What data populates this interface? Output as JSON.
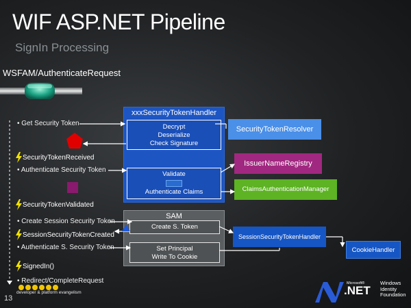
{
  "slide": {
    "title": "WIF ASP.NET Pipeline",
    "subtitle": "SignIn Processing",
    "section": "WSFAM/AuthenticateRequest",
    "page_number": "13"
  },
  "steps": {
    "get_token": "Get Security Token",
    "token_received": "SecurityTokenReceived",
    "authenticate_token": "Authenticate Security Token",
    "token_validated": "SecurityTokenValidated",
    "create_session": "Create Session Security Token",
    "session_created": "SessionSecurityTokenCreated",
    "authenticate_s_token": "Authenticate S. Security Token",
    "signed_in": "SignedIn()",
    "redirect": "Redirect/CompleteRequest"
  },
  "handler": {
    "title": "xxxSecurityTokenHandler",
    "decrypt": "Decrypt",
    "deserialize": "Deserialize",
    "check_signature": "Check Signature",
    "validate": "Validate",
    "authenticate_claims": "Authenticate Claims"
  },
  "sam": {
    "title": "SAM",
    "create_token": "Create S. Token",
    "set_principal": "Set Principal",
    "write_cookie": "Write To Cookie"
  },
  "components": {
    "resolver": "SecurityTokenResolver",
    "issuer_registry": "IssuerNameRegistry",
    "claims_manager": "ClaimsAuthenticationManager",
    "session_handler": "SessionSecurityTokenHandler",
    "cookie_handler": "CookieHandler"
  },
  "branding": {
    "evangelism": "developer & platform evangelism",
    "microsoft": "Microsoft®",
    "net": ".NET",
    "wif_line1": "Windows",
    "wif_line2": "Identity",
    "wif_line3": "Foundation"
  },
  "colors": {
    "handler_blue": "#1d55c2",
    "resolver_blue": "#4a8fe8",
    "issuer_magenta": "#a12880",
    "claims_green": "#5db323",
    "sam_gray": "#5b5e61",
    "bolt_yellow": "#f2e200",
    "pentagon_red": "#e00000",
    "square_purple": "#8a1a6e"
  }
}
